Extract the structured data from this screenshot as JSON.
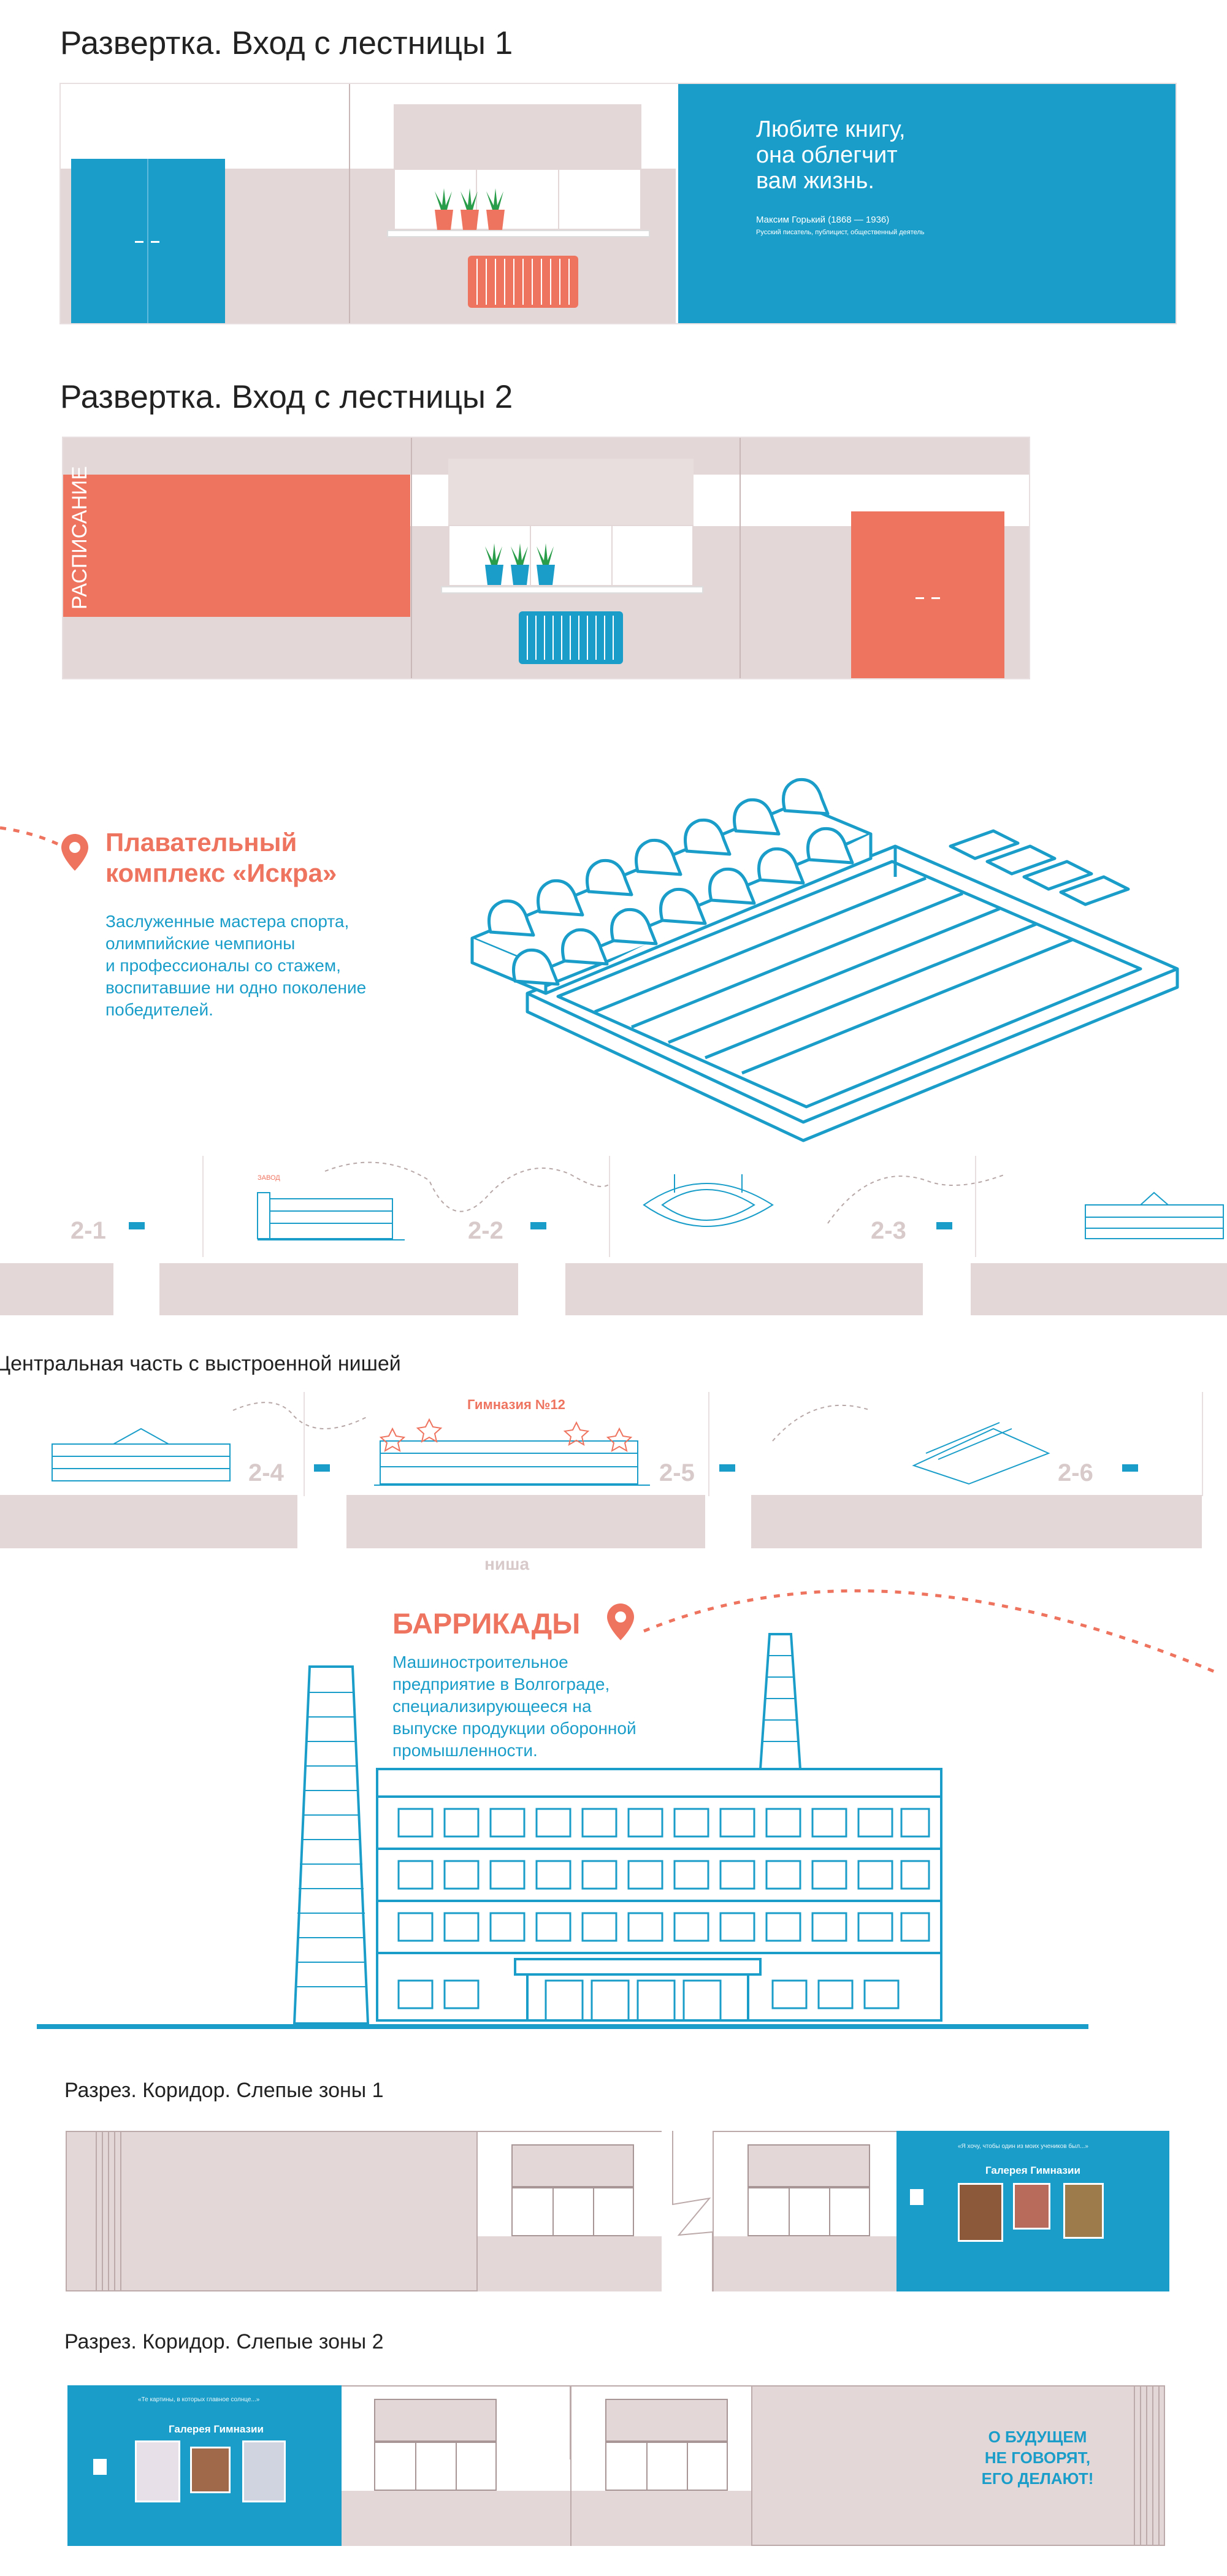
{
  "sections": {
    "entrance1_title": "Развертка. Вход с лестницы 1",
    "entrance2_title": "Развертка. Вход с лестницы 2",
    "central_title": "Центральная часть с выстроенной нишей",
    "corridor1_title": "Разрез. Коридор. Слепые зоны 1",
    "corridor2_title": "Разрез. Коридор. Слепые зоны 2"
  },
  "quote": {
    "lines": [
      "Любите книгу,",
      "она облегчит",
      "вам жизнь."
    ],
    "author": "Максим Горький (1868 — 1936)",
    "author_desc": "Русский писатель, публицист, общественный деятель"
  },
  "schedule_label": "РАСПИСАНИЕ",
  "iskra": {
    "title_lines": [
      "Плавательный",
      "комплекс «Искра»"
    ],
    "body_lines": [
      "Заслуженные мастера спорта,",
      "олимпийские чемпионы",
      "и профессионалы со стажем,",
      "воспитавшие ни одно поколение",
      "победителей."
    ]
  },
  "zones": {
    "z21": "2-1",
    "z22": "2-2",
    "z23": "2-3",
    "z24": "2-4",
    "z25": "2-5",
    "z26": "2-6",
    "gymnasium": "Гимназия №12",
    "niche": "ниша"
  },
  "barricades": {
    "title": "БАРРИКАДЫ",
    "body_lines": [
      "Машиностроительное",
      "предприятие в Волгограде,",
      "специализирующееся на",
      "выпуске продукции оборонной",
      "промышленности."
    ]
  },
  "gallery": {
    "title1": "Галерея Гимназии",
    "title2": "Галерея Гимназии"
  },
  "slogan_lines": [
    "О БУДУЩЕМ",
    "НЕ ГОВОРЯТ,",
    "ЕГО ДЕЛАЮТ!"
  ],
  "colors": {
    "blue": "#1a9ec9",
    "coral": "#ef7460",
    "wall": "#e4d7d7"
  }
}
